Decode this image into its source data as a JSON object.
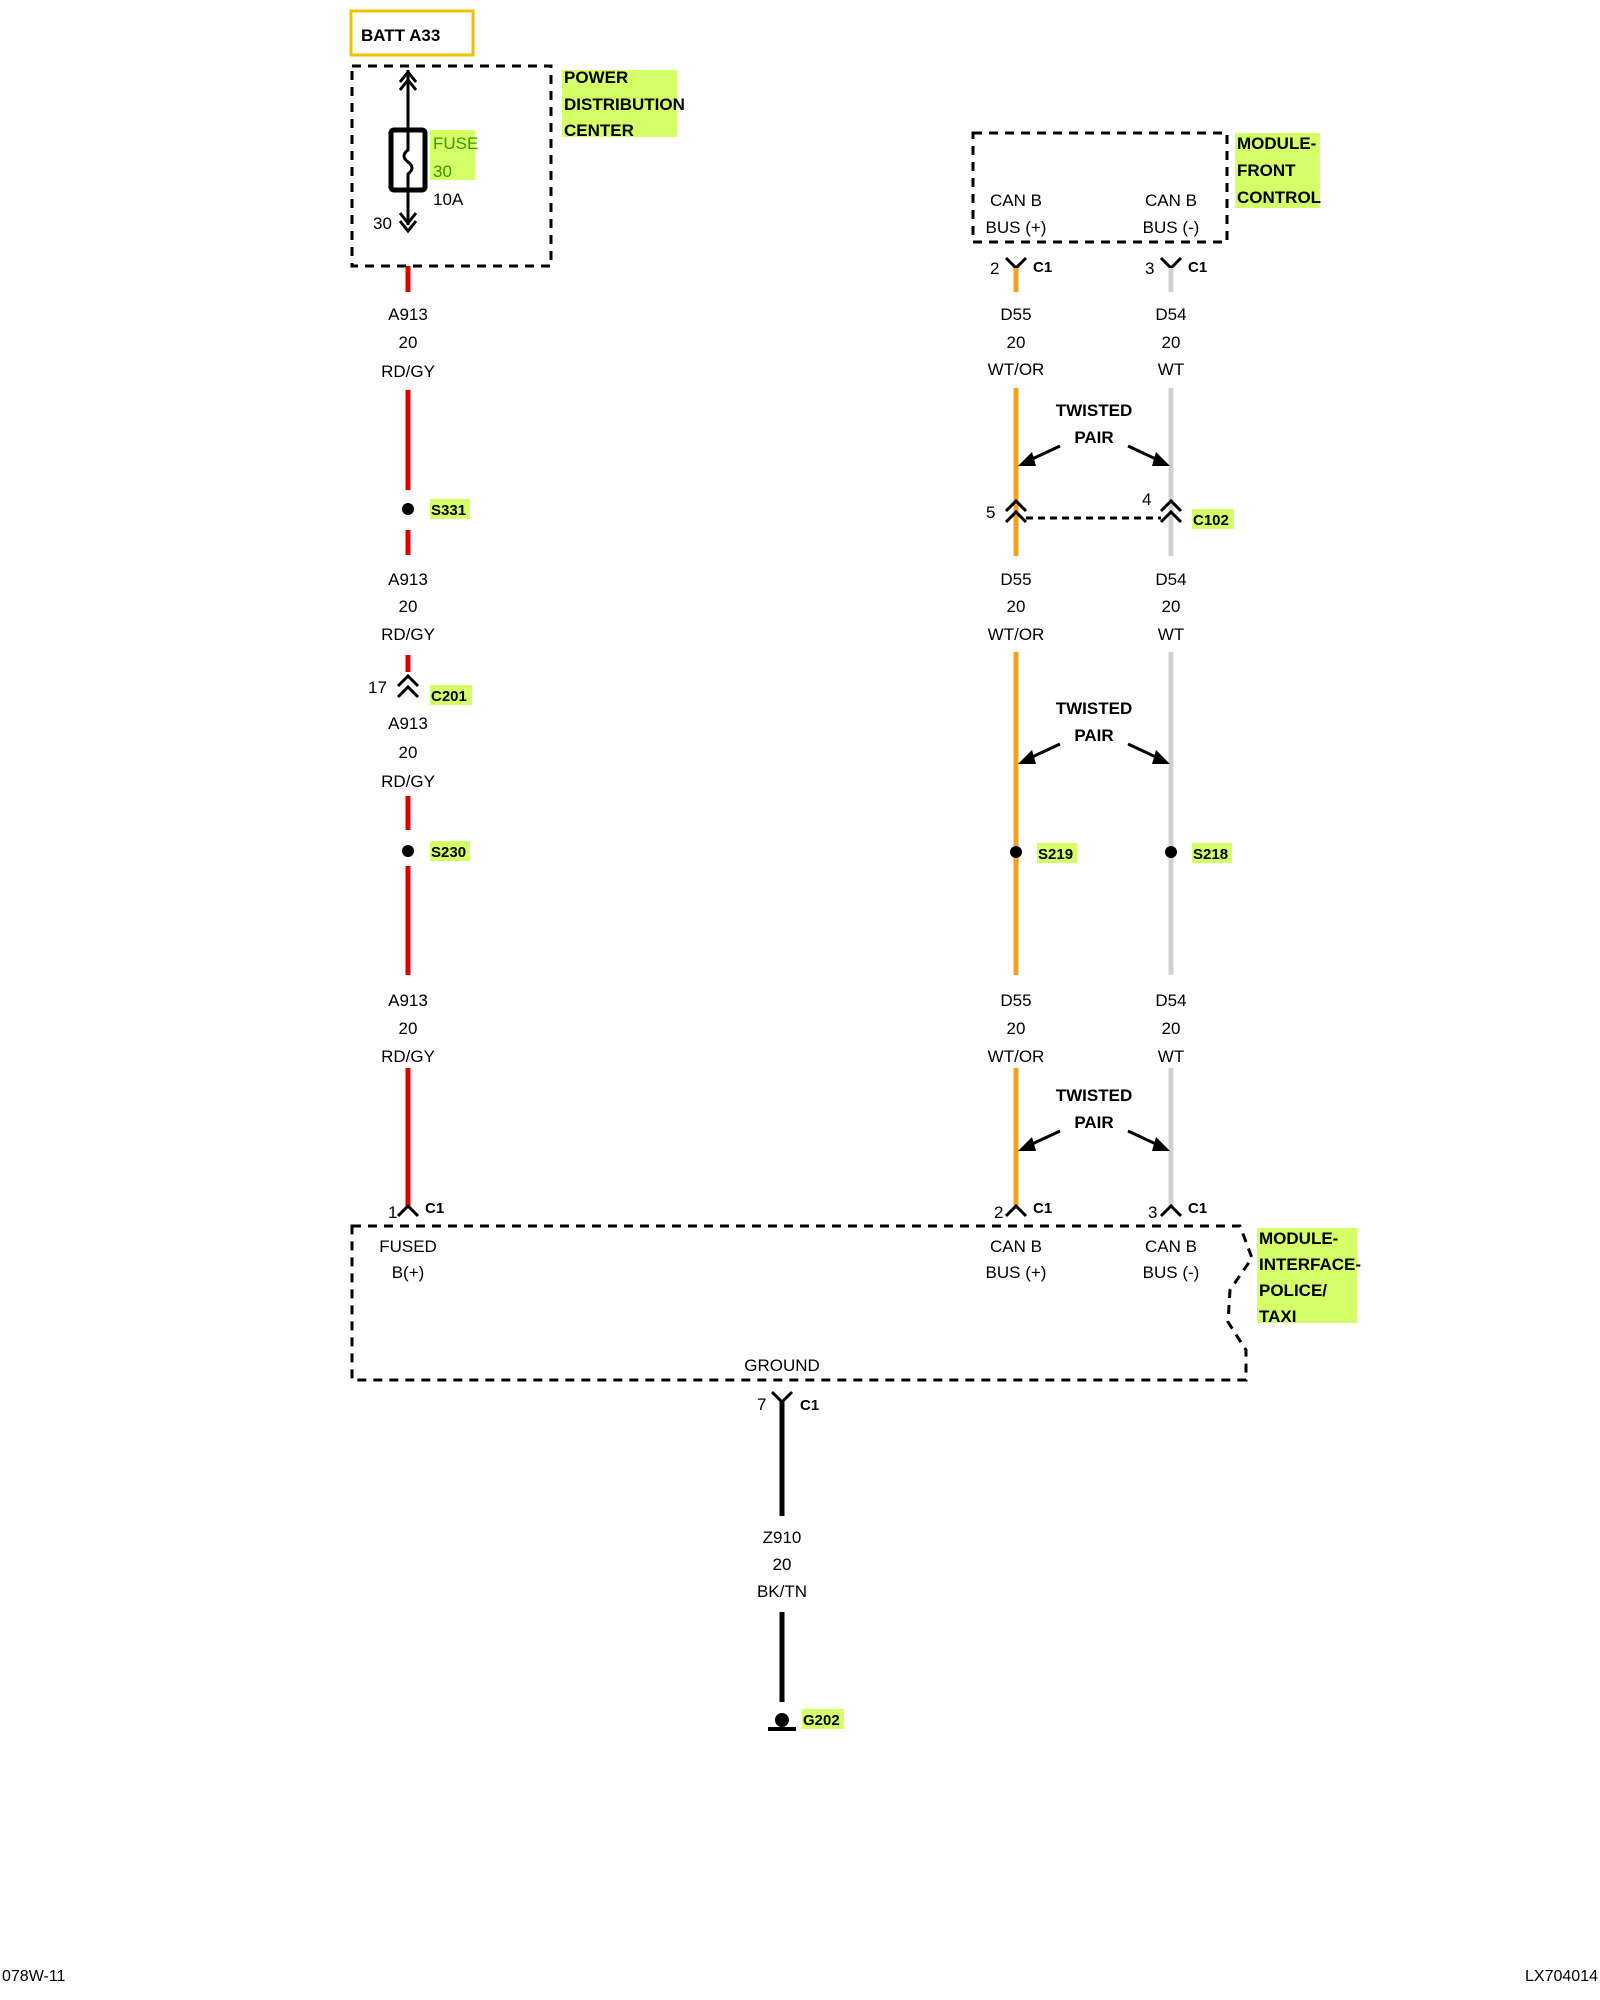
{
  "batt": "BATT A33",
  "pdc": {
    "line1": "POWER",
    "line2": "DISTRIBUTION",
    "line3": "CENTER"
  },
  "fuse": {
    "name": "FUSE",
    "number": "30",
    "rating": "10A",
    "pin": "30"
  },
  "wire_a913": {
    "circuit": "A913",
    "gauge": "20",
    "color": "RD/GY"
  },
  "wire_d55": {
    "circuit": "D55",
    "gauge": "20",
    "color": "WT/OR"
  },
  "wire_d54": {
    "circuit": "D54",
    "gauge": "20",
    "color": "WT"
  },
  "wire_z910": {
    "circuit": "Z910",
    "gauge": "20",
    "color": "BK/TN"
  },
  "splices": {
    "s331": "S331",
    "s230": "S230",
    "s219": "S219",
    "s218": "S218"
  },
  "connectors": {
    "c201": {
      "name": "C201",
      "pin": "17"
    },
    "c102": {
      "name": "C102",
      "pin_left": "5",
      "pin_right": "4"
    },
    "c1": "C1",
    "fcm_pin_plus": "2",
    "fcm_pin_minus": "3",
    "mip_pin_fused": "1",
    "mip_pin_plus": "2",
    "mip_pin_minus": "3",
    "ground_pin": "7"
  },
  "twisted": {
    "line1": "TWISTED",
    "line2": "PAIR"
  },
  "fcm": {
    "name1": "MODULE-",
    "name2": "FRONT",
    "name3": "CONTROL",
    "canb": "CAN B",
    "bus_plus": "BUS (+)",
    "bus_minus": "BUS (-)"
  },
  "mip": {
    "name1": "MODULE-",
    "name2": "INTERFACE-",
    "name3": "POLICE/",
    "name4": "TAXI",
    "fused": "FUSED",
    "bplus": "B(+)",
    "canb": "CAN B",
    "bus_plus": "BUS (+)",
    "bus_minus": "BUS (-)",
    "ground": "GROUND"
  },
  "ground_id": "G202",
  "footer": {
    "left": "078W-11",
    "right": "LX704014"
  },
  "colors": {
    "red_wire": "#e00000",
    "orange_wire": "#f5a020",
    "white_wire": "#d0d0d0",
    "highlight": "#d4ff66",
    "batt_border": "#f2c200"
  }
}
